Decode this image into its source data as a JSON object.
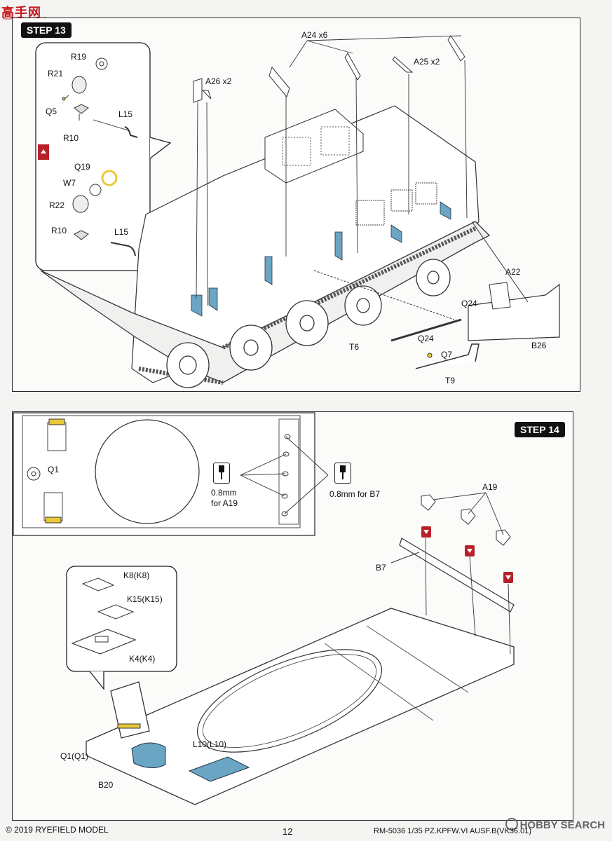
{
  "brand": {
    "name": "高手网",
    "sub": "www.gaoshouwang.net"
  },
  "watermark": "HOBBY SEARCH",
  "step13": {
    "title": "STEP 13",
    "labels": {
      "r19": "R19",
      "r21": "R21",
      "q5": "Q5",
      "r10a": "R10",
      "l15a": "L15",
      "q19": "Q19",
      "w7": "W7",
      "r22": "R22",
      "r10b": "R10",
      "l15b": "L15",
      "a26": "A26 x2",
      "a24": "A24 x6",
      "a25": "A25 x2",
      "a22": "A22",
      "q24a": "Q24",
      "q24b": "Q24",
      "t6": "T6",
      "q7": "Q7",
      "t9": "T9",
      "b26": "B26"
    }
  },
  "step14": {
    "title": "STEP 14",
    "labels": {
      "q1": "Q1",
      "drill_a19": "0.8mm\nfor A19",
      "drill_a19_l1": "0.8mm",
      "drill_a19_l2": "for A19",
      "drill_b7": "0.8mm for B7",
      "a19": "A19",
      "b7": "B7",
      "k8": "K8(K8)",
      "k15": "K15(K15)",
      "k4": "K4(K4)",
      "q1q1": "Q1(Q1)",
      "b20": "B20",
      "l10": "L10(L10)"
    }
  },
  "footer": {
    "copyright": "© 2019 RYEFIELD MODEL",
    "page": "12",
    "product": "RM-5036 1/35  PZ.KPFW.VI AUSF.B(VK36.01)"
  },
  "colors": {
    "accent_blue": "#6aa6c4",
    "highlight_yellow": "#e8c938",
    "arrow_red": "#b8202a"
  }
}
